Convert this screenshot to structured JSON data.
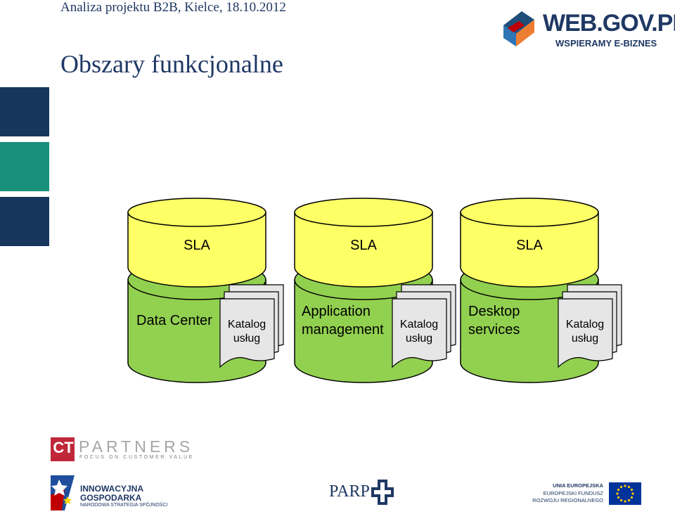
{
  "header": {
    "subtitle": "Analiza projektu B2B, Kielce, 18.10.2012",
    "title": "Obszary funkcjonalne"
  },
  "logos": {
    "webgov_main": "WEB.GOV.PL",
    "webgov_sub": "WSPIERAMY E-BIZNES",
    "ct_letters": "CT",
    "partners": "PARTNERS",
    "partners_tagline": "FOCUS ON CUSTOMER VALUE",
    "ig_line1": "INNOWACYJNA",
    "ig_line2": "GOSPODARKA",
    "ig_line3": "NARODOWA STRATEGIA SPÓJNOŚCI",
    "parp": "PARP",
    "ue_line1": "UNIA EUROPEJSKA",
    "ue_line2": "EUROPEJSKI FUNDUSZ",
    "ue_line3": "ROZWOJU REGIONALNEGO"
  },
  "cylinders": [
    {
      "sla": "SLA",
      "label_lines": [
        "Data Center"
      ],
      "catalog_lines": [
        "Katalog",
        "usług"
      ]
    },
    {
      "sla": "SLA",
      "label_lines": [
        "Application",
        "management"
      ],
      "catalog_lines": [
        "Katalog",
        "usług"
      ]
    },
    {
      "sla": "SLA",
      "label_lines": [
        "Desktop",
        "services"
      ],
      "catalog_lines": [
        "Katalog",
        "usług"
      ]
    }
  ],
  "colors": {
    "sla_yellow": "#ffff66",
    "service_green": "#92d050",
    "side_dark_blue": "#17365d",
    "side_teal": "#17907a",
    "title_navy": "#1f3864",
    "doc_gray": "#e6e6e6"
  }
}
